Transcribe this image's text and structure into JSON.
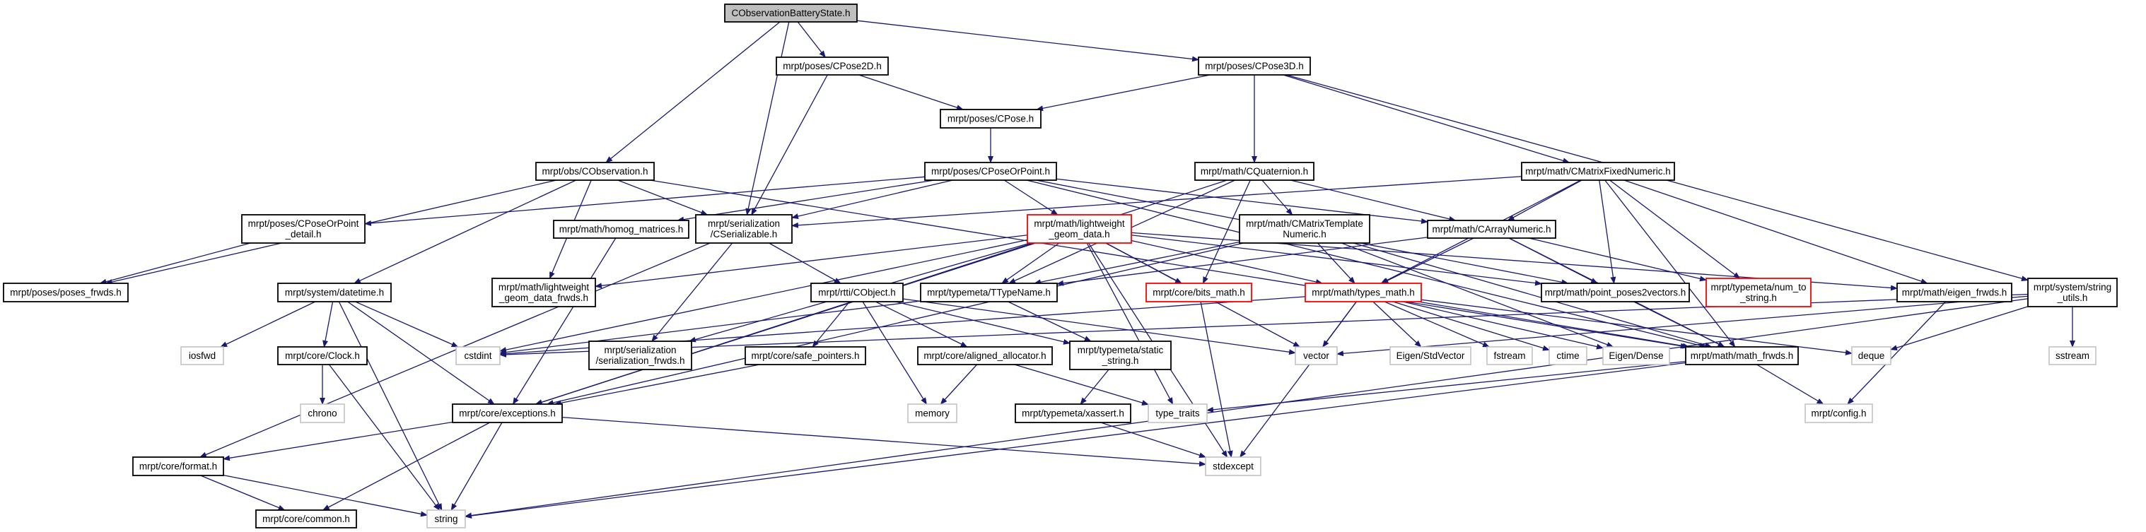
{
  "graph": {
    "colors": {
      "edge": "#191970",
      "border_normal": "#000000",
      "border_truncated": "#ff0000",
      "border_system": "#bfbfbf",
      "root_fill": "#bfbfbf"
    },
    "nodes": [
      {
        "id": "root",
        "lines": [
          "CObservationBatteryState.h"
        ],
        "kind": "root"
      },
      {
        "id": "cpose2d",
        "lines": [
          "mrpt/poses/CPose2D.h"
        ],
        "kind": "normal"
      },
      {
        "id": "cpose3d",
        "lines": [
          "mrpt/poses/CPose3D.h"
        ],
        "kind": "normal"
      },
      {
        "id": "cpose",
        "lines": [
          "mrpt/poses/CPose.h"
        ],
        "kind": "normal"
      },
      {
        "id": "cobservation",
        "lines": [
          "mrpt/obs/CObservation.h"
        ],
        "kind": "normal"
      },
      {
        "id": "cposeorpoint",
        "lines": [
          "mrpt/poses/CPoseOrPoint.h"
        ],
        "kind": "normal"
      },
      {
        "id": "cquaternion",
        "lines": [
          "mrpt/math/CQuaternion.h"
        ],
        "kind": "normal"
      },
      {
        "id": "cmatrixfixed",
        "lines": [
          "mrpt/math/CMatrixFixedNumeric.h"
        ],
        "kind": "normal"
      },
      {
        "id": "cposeorpoint_detail",
        "lines": [
          "mrpt/poses/CPoseOrPoint",
          "_detail.h"
        ],
        "kind": "normal"
      },
      {
        "id": "homog",
        "lines": [
          "mrpt/math/homog_matrices.h"
        ],
        "kind": "normal"
      },
      {
        "id": "cserializable",
        "lines": [
          "mrpt/serialization",
          "/CSerializable.h"
        ],
        "kind": "normal"
      },
      {
        "id": "lwgeom",
        "lines": [
          "mrpt/math/lightweight",
          "_geom_data.h"
        ],
        "kind": "truncated"
      },
      {
        "id": "cmatrixtemplate",
        "lines": [
          "mrpt/math/CMatrixTemplate",
          "Numeric.h"
        ],
        "kind": "normal"
      },
      {
        "id": "carraynumeric",
        "lines": [
          "mrpt/math/CArrayNumeric.h"
        ],
        "kind": "normal"
      },
      {
        "id": "poses_frwds",
        "lines": [
          "mrpt/poses/poses_frwds.h"
        ],
        "kind": "normal"
      },
      {
        "id": "datetime",
        "lines": [
          "mrpt/system/datetime.h"
        ],
        "kind": "normal"
      },
      {
        "id": "lwgeom_frwds",
        "lines": [
          "mrpt/math/lightweight",
          "_geom_data_frwds.h"
        ],
        "kind": "normal"
      },
      {
        "id": "cobject",
        "lines": [
          "mrpt/rtti/CObject.h"
        ],
        "kind": "normal"
      },
      {
        "id": "ttypename",
        "lines": [
          "mrpt/typemeta/TTypeName.h"
        ],
        "kind": "normal"
      },
      {
        "id": "bits_math",
        "lines": [
          "mrpt/core/bits_math.h"
        ],
        "kind": "truncated"
      },
      {
        "id": "types_math",
        "lines": [
          "mrpt/math/types_math.h"
        ],
        "kind": "truncated"
      },
      {
        "id": "point_poses2vectors",
        "lines": [
          "mrpt/math/point_poses2vectors.h"
        ],
        "kind": "normal"
      },
      {
        "id": "num_to_string",
        "lines": [
          "mrpt/typemeta/num_to",
          "_string.h"
        ],
        "kind": "truncated"
      },
      {
        "id": "eigen_frwds",
        "lines": [
          "mrpt/math/eigen_frwds.h"
        ],
        "kind": "normal"
      },
      {
        "id": "string_utils",
        "lines": [
          "mrpt/system/string",
          "_utils.h"
        ],
        "kind": "normal"
      },
      {
        "id": "iosfwd",
        "lines": [
          "iosfwd"
        ],
        "kind": "system"
      },
      {
        "id": "clock",
        "lines": [
          "mrpt/core/Clock.h"
        ],
        "kind": "normal"
      },
      {
        "id": "cstdint",
        "lines": [
          "cstdint"
        ],
        "kind": "system"
      },
      {
        "id": "serialization_frwds",
        "lines": [
          "mrpt/serialization",
          "/serialization_frwds.h"
        ],
        "kind": "normal"
      },
      {
        "id": "safe_pointers",
        "lines": [
          "mrpt/core/safe_pointers.h"
        ],
        "kind": "normal"
      },
      {
        "id": "aligned_allocator",
        "lines": [
          "mrpt/core/aligned_allocator.h"
        ],
        "kind": "normal"
      },
      {
        "id": "static_string",
        "lines": [
          "mrpt/typemeta/static",
          "_string.h"
        ],
        "kind": "normal"
      },
      {
        "id": "vector",
        "lines": [
          "vector"
        ],
        "kind": "system"
      },
      {
        "id": "eigen_stdvector",
        "lines": [
          "Eigen/StdVector"
        ],
        "kind": "system"
      },
      {
        "id": "fstream",
        "lines": [
          "fstream"
        ],
        "kind": "system"
      },
      {
        "id": "ctime",
        "lines": [
          "ctime"
        ],
        "kind": "system"
      },
      {
        "id": "eigen_dense",
        "lines": [
          "Eigen/Dense"
        ],
        "kind": "system"
      },
      {
        "id": "math_frwds",
        "lines": [
          "mrpt/math/math_frwds.h"
        ],
        "kind": "normal"
      },
      {
        "id": "deque",
        "lines": [
          "deque"
        ],
        "kind": "system"
      },
      {
        "id": "sstream",
        "lines": [
          "sstream"
        ],
        "kind": "system"
      },
      {
        "id": "chrono",
        "lines": [
          "chrono"
        ],
        "kind": "system"
      },
      {
        "id": "exceptions",
        "lines": [
          "mrpt/core/exceptions.h"
        ],
        "kind": "normal"
      },
      {
        "id": "memory",
        "lines": [
          "memory"
        ],
        "kind": "system"
      },
      {
        "id": "xassert",
        "lines": [
          "mrpt/typemeta/xassert.h"
        ],
        "kind": "normal"
      },
      {
        "id": "type_traits",
        "lines": [
          "type_traits"
        ],
        "kind": "system"
      },
      {
        "id": "config",
        "lines": [
          "mrpt/config.h"
        ],
        "kind": "system"
      },
      {
        "id": "format",
        "lines": [
          "mrpt/core/format.h"
        ],
        "kind": "normal"
      },
      {
        "id": "stdexcept",
        "lines": [
          "stdexcept"
        ],
        "kind": "system"
      },
      {
        "id": "common",
        "lines": [
          "mrpt/core/common.h"
        ],
        "kind": "normal"
      },
      {
        "id": "string",
        "lines": [
          "string"
        ],
        "kind": "system"
      }
    ],
    "edges": [
      [
        "root",
        "cobservation"
      ],
      [
        "root",
        "cserializable"
      ],
      [
        "root",
        "cpose2d"
      ],
      [
        "root",
        "cpose3d"
      ],
      [
        "cpose2d",
        "cpose"
      ],
      [
        "cpose2d",
        "cserializable"
      ],
      [
        "cpose3d",
        "cpose"
      ],
      [
        "cpose3d",
        "cquaternion"
      ],
      [
        "cpose3d",
        "cmatrixfixed"
      ],
      [
        "cpose3d",
        "string_utils"
      ],
      [
        "cpose",
        "cposeorpoint"
      ],
      [
        "cobservation",
        "poses_frwds"
      ],
      [
        "cobservation",
        "datetime"
      ],
      [
        "cobservation",
        "cserializable"
      ],
      [
        "cobservation",
        "lwgeom_frwds"
      ],
      [
        "cobservation",
        "math_frwds"
      ],
      [
        "cposeorpoint",
        "cposeorpoint_detail"
      ],
      [
        "cposeorpoint",
        "homog"
      ],
      [
        "cposeorpoint",
        "cserializable"
      ],
      [
        "cposeorpoint",
        "lwgeom"
      ],
      [
        "cposeorpoint",
        "carraynumeric"
      ],
      [
        "cposeorpoint",
        "point_poses2vectors"
      ],
      [
        "cposeorpoint",
        "math_frwds"
      ],
      [
        "cposeorpoint_detail",
        "poses_frwds"
      ],
      [
        "cquaternion",
        "cmatrixtemplate"
      ],
      [
        "cquaternion",
        "carraynumeric"
      ],
      [
        "cquaternion",
        "bits_math"
      ],
      [
        "cquaternion",
        "ttypename"
      ],
      [
        "cquaternion",
        "exceptions"
      ],
      [
        "cmatrixfixed",
        "cserializable"
      ],
      [
        "cmatrixfixed",
        "carraynumeric"
      ],
      [
        "cmatrixfixed",
        "types_math"
      ],
      [
        "cmatrixfixed",
        "point_poses2vectors"
      ],
      [
        "cmatrixfixed",
        "num_to_string"
      ],
      [
        "cmatrixfixed",
        "eigen_frwds"
      ],
      [
        "cmatrixfixed",
        "math_frwds"
      ],
      [
        "homog",
        "exceptions"
      ],
      [
        "cserializable",
        "cobject"
      ],
      [
        "cserializable",
        "serialization_frwds"
      ],
      [
        "cserializable",
        "format"
      ],
      [
        "lwgeom",
        "lwgeom_frwds"
      ],
      [
        "lwgeom",
        "serialization_frwds"
      ],
      [
        "lwgeom",
        "ttypename"
      ],
      [
        "lwgeom",
        "bits_math"
      ],
      [
        "lwgeom",
        "types_math"
      ],
      [
        "lwgeom",
        "vector"
      ],
      [
        "lwgeom",
        "stdexcept"
      ],
      [
        "lwgeom",
        "type_traits"
      ],
      [
        "lwgeom",
        "cstdint"
      ],
      [
        "lwgeom",
        "exceptions"
      ],
      [
        "lwgeom",
        "eigen_frwds"
      ],
      [
        "lwgeom",
        "point_poses2vectors"
      ],
      [
        "cmatrixtemplate",
        "types_math"
      ],
      [
        "cmatrixtemplate",
        "ttypename"
      ],
      [
        "cmatrixtemplate",
        "math_frwds"
      ],
      [
        "cmatrixtemplate",
        "eigen_dense"
      ],
      [
        "cmatrixtemplate",
        "exceptions"
      ],
      [
        "carraynumeric",
        "types_math"
      ],
      [
        "carraynumeric",
        "point_poses2vectors"
      ],
      [
        "carraynumeric",
        "math_frwds"
      ],
      [
        "carraynumeric",
        "num_to_string"
      ],
      [
        "carraynumeric",
        "ttypename"
      ],
      [
        "datetime",
        "iosfwd"
      ],
      [
        "datetime",
        "clock"
      ],
      [
        "datetime",
        "cstdint"
      ],
      [
        "datetime",
        "exceptions"
      ],
      [
        "datetime",
        "string"
      ],
      [
        "clock",
        "chrono"
      ],
      [
        "clock",
        "string"
      ],
      [
        "cobject",
        "safe_pointers"
      ],
      [
        "cobject",
        "memory"
      ],
      [
        "cobject",
        "aligned_allocator"
      ],
      [
        "cobject",
        "static_string"
      ],
      [
        "cobject",
        "vector"
      ],
      [
        "ttypename",
        "static_string"
      ],
      [
        "ttypename",
        "cstdint"
      ],
      [
        "bits_math",
        "stdexcept"
      ],
      [
        "types_math",
        "vector"
      ],
      [
        "types_math",
        "eigen_stdvector"
      ],
      [
        "types_math",
        "fstream"
      ],
      [
        "types_math",
        "ctime"
      ],
      [
        "types_math",
        "eigen_dense"
      ],
      [
        "types_math",
        "math_frwds"
      ],
      [
        "types_math",
        "deque"
      ],
      [
        "types_math",
        "stdexcept"
      ],
      [
        "types_math",
        "cstdint"
      ],
      [
        "safe_pointers",
        "exceptions"
      ],
      [
        "aligned_allocator",
        "memory"
      ],
      [
        "aligned_allocator",
        "type_traits"
      ],
      [
        "static_string",
        "xassert"
      ],
      [
        "xassert",
        "stdexcept"
      ],
      [
        "exceptions",
        "format"
      ],
      [
        "exceptions",
        "common"
      ],
      [
        "exceptions",
        "string"
      ],
      [
        "exceptions",
        "stdexcept"
      ],
      [
        "format",
        "common"
      ],
      [
        "format",
        "string"
      ],
      [
        "point_poses2vectors",
        "math_frwds"
      ],
      [
        "eigen_frwds",
        "config"
      ],
      [
        "string_utils",
        "sstream"
      ],
      [
        "string_utils",
        "deque"
      ],
      [
        "string_utils",
        "vector"
      ],
      [
        "string_utils",
        "string"
      ],
      [
        "string_utils",
        "cstdint"
      ],
      [
        "math_frwds",
        "config"
      ],
      [
        "math_frwds",
        "type_traits"
      ],
      [
        "math_frwds",
        "string"
      ]
    ]
  }
}
